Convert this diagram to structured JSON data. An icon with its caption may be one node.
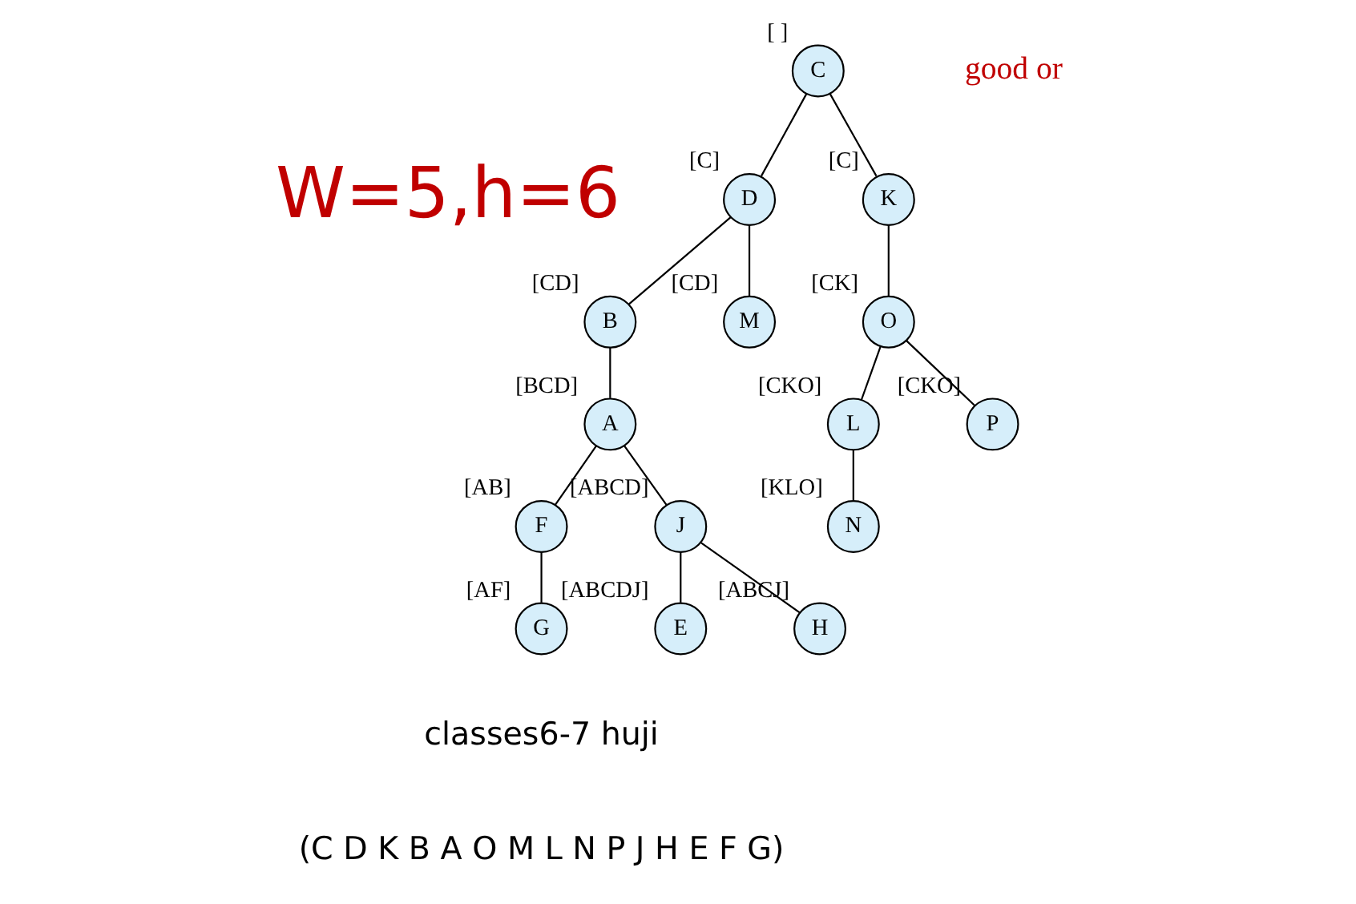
{
  "diagram": {
    "nodes": [
      {
        "text": [
          "C"
        ],
        "beside": [
          "[ ]"
        ]
      },
      {
        "text": [
          "D"
        ],
        "beside": [
          "[C]"
        ]
      },
      {
        "text": [
          "K"
        ],
        "beside": [
          "[C]"
        ]
      },
      {
        "text": [
          "B"
        ],
        "beside": [
          "[CD]"
        ]
      },
      {
        "text": [
          "M"
        ],
        "beside": [
          "[CD]"
        ]
      },
      {
        "text": [
          "O"
        ],
        "beside": [
          "[CK]"
        ]
      },
      {
        "text": [
          "A"
        ],
        "beside": [
          "[BCD]"
        ]
      },
      {
        "text": [
          "L"
        ],
        "beside": [
          "[CKO]"
        ]
      },
      {
        "text": [
          "P"
        ],
        "beside": [
          "[CKO]"
        ]
      },
      {
        "text": [
          "F"
        ],
        "beside": [
          "[AB]"
        ]
      },
      {
        "text": [
          "J"
        ],
        "beside": [
          "[ABCD]"
        ]
      },
      {
        "text": [
          "N"
        ],
        "beside": [
          "[KLO]"
        ]
      },
      {
        "text": [
          "G"
        ],
        "beside": [
          "[AF]"
        ]
      },
      {
        "text": [
          "E"
        ],
        "beside": [
          "[ABCDJ]"
        ]
      },
      {
        "text": [
          "H"
        ],
        "beside": [
          "[ABCJ]"
        ]
      }
    ],
    "edges": [
      {
        "from": 0,
        "to": 1,
        "arrow": "none"
      },
      {
        "from": 0,
        "to": 2,
        "arrow": "none"
      },
      {
        "from": 1,
        "to": 3,
        "arrow": "none"
      },
      {
        "from": 1,
        "to": 4,
        "arrow": "none"
      },
      {
        "from": 2,
        "to": 5,
        "arrow": "none"
      },
      {
        "from": 3,
        "to": 6,
        "arrow": "none"
      },
      {
        "from": 5,
        "to": 7,
        "arrow": "none"
      },
      {
        "from": 5,
        "to": 8,
        "arrow": "none"
      },
      {
        "from": 6,
        "to": 9,
        "arrow": "none"
      },
      {
        "from": 6,
        "to": 10,
        "arrow": "none"
      },
      {
        "from": 7,
        "to": 11,
        "arrow": "none"
      },
      {
        "from": 9,
        "to": 12,
        "arrow": "none"
      },
      {
        "from": 10,
        "to": 13,
        "arrow": "none"
      },
      {
        "from": 10,
        "to": 14,
        "arrow": "none"
      }
    ],
    "labels": [
      "good or",
      "W=5,h=6",
      "classes6-7 huji",
      "(C D K B A O M L N P J H E F G)"
    ]
  }
}
